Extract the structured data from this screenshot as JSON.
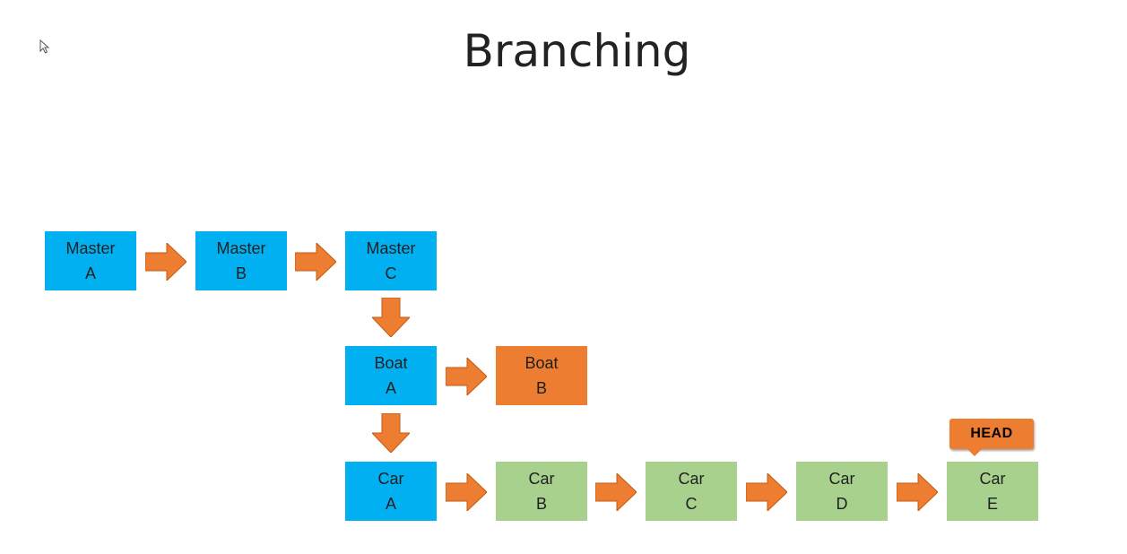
{
  "title": "Branching",
  "colors": {
    "master_branch": "#00b0f0",
    "boat_commit": "#ed7d31",
    "car_commit": "#a9d18e",
    "arrow": "#ed7d31",
    "head_tag": "#ed7d31"
  },
  "nodes": {
    "master_a": {
      "line1": "Master",
      "line2": "A"
    },
    "master_b": {
      "line1": "Master",
      "line2": "B"
    },
    "master_c": {
      "line1": "Master",
      "line2": "C"
    },
    "boat_a": {
      "line1": "Boat",
      "line2": "A"
    },
    "boat_b": {
      "line1": "Boat",
      "line2": "B"
    },
    "car_a": {
      "line1": "Car",
      "line2": "A"
    },
    "car_b": {
      "line1": "Car",
      "line2": "B"
    },
    "car_c": {
      "line1": "Car",
      "line2": "C"
    },
    "car_d": {
      "line1": "Car",
      "line2": "D"
    },
    "car_e": {
      "line1": "Car",
      "line2": "E"
    }
  },
  "head_label": "HEAD"
}
